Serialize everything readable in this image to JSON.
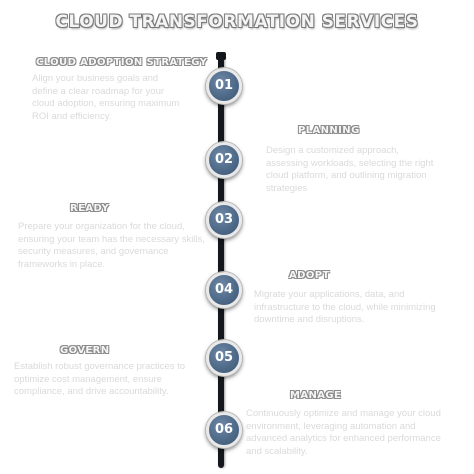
{
  "title": "CLOUD TRANSFORMATION SERVICES",
  "steps": [
    {
      "number": "01",
      "title": "CLOUD ADOPTION STRATEGY",
      "description": "Align your business goals and define a clear roadmap for your cloud adoption, ensuring maximum ROI and efficiency."
    },
    {
      "number": "02",
      "title": "PLANNING",
      "description": "Design a customized approach, assessing workloads, selecting the right cloud platform, and outlining migration strategies"
    },
    {
      "number": "03",
      "title": "READY",
      "description": "Prepare your organization for the cloud, ensuring your team has the necessary skills, security measures, and governance frameworks in place."
    },
    {
      "number": "04",
      "title": "ADOPT",
      "description": "Migrate your applications, data, and infrastructure to the cloud, while minimizing downtime and disruptions."
    },
    {
      "number": "05",
      "title": "GOVERN",
      "description": "Establish robust governance practices to optimize cost management, ensure compliance, and drive accountability."
    },
    {
      "number": "06",
      "title": "MANAGE",
      "description": "Continuously optimize and manage your cloud environment, leveraging automation and advanced analytics for enhanced performance and scalability."
    }
  ]
}
